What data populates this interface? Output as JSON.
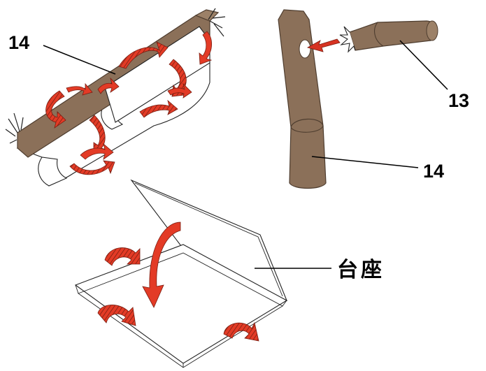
{
  "labels": {
    "part_14_top": "14",
    "part_13": "13",
    "part_14_right": "14",
    "base": "台座"
  },
  "colors": {
    "stick": "#8b7059",
    "stick_edge": "#4e3d2f",
    "paper": "#ffffff",
    "paper_edge": "#222222",
    "arrow": "#e33b26",
    "arrow_hatch": "#7a1e12",
    "label": "#000000"
  }
}
